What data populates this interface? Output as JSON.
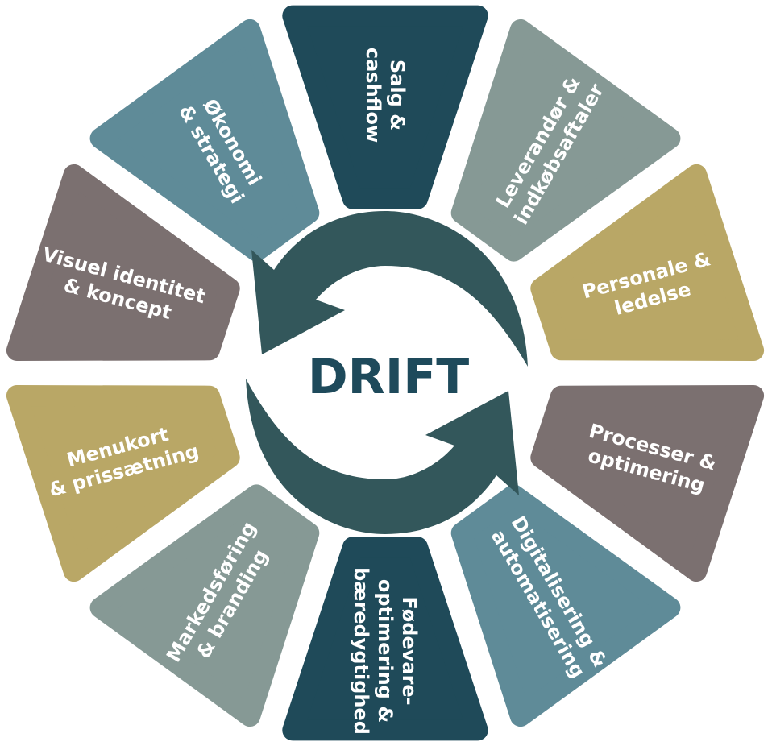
{
  "center": {
    "title": "DRIFT",
    "title_color": "#1e4a5b",
    "arrow_color": "#33575b"
  },
  "segments": [
    {
      "id": "salg",
      "lines": [
        "Salg &",
        "cashflow"
      ],
      "color": "#1f4a59"
    },
    {
      "id": "leverandor",
      "lines": [
        "Leverandør &",
        "indkøbsaftaler"
      ],
      "color": "#869995"
    },
    {
      "id": "personale",
      "lines": [
        "Personale &",
        "ledelse"
      ],
      "color": "#b9a766"
    },
    {
      "id": "processer",
      "lines": [
        "Processer &",
        "optimering"
      ],
      "color": "#7b7070"
    },
    {
      "id": "digitalisering",
      "lines": [
        "Digitalisering &",
        "automatisering"
      ],
      "color": "#5f8b98"
    },
    {
      "id": "fodevare",
      "lines": [
        "Fødevare-",
        "optimering &",
        "bæredygtighed"
      ],
      "color": "#1f4a59"
    },
    {
      "id": "markedsforing",
      "lines": [
        "Markedsføring",
        "& branding"
      ],
      "color": "#869995"
    },
    {
      "id": "menukort",
      "lines": [
        "Menukort",
        "& prissætning"
      ],
      "color": "#b9a766"
    },
    {
      "id": "visuel",
      "lines": [
        "Visuel identitet",
        "& koncept"
      ],
      "color": "#7b7070"
    },
    {
      "id": "okonomi",
      "lines": [
        "Økonomi",
        "& strategi"
      ],
      "color": "#5f8b98"
    }
  ]
}
